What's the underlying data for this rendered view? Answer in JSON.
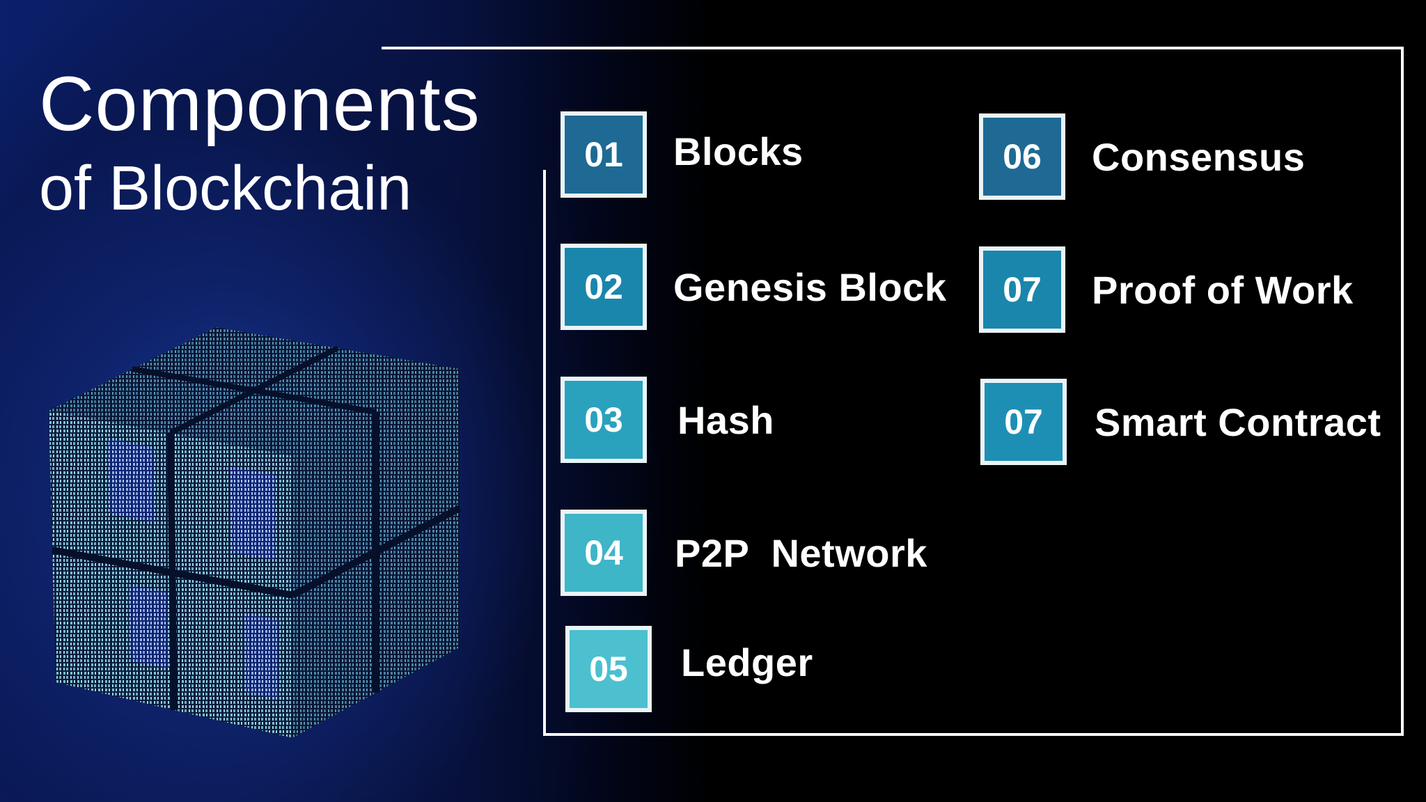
{
  "title": {
    "line1": "Components",
    "line2": "of Blockchain"
  },
  "items": [
    {
      "number": "01",
      "label": "Blocks",
      "color": "#1e6a94"
    },
    {
      "number": "02",
      "label": "Genesis Block",
      "color": "#1a86ab"
    },
    {
      "number": "03",
      "label": "Hash",
      "color": "#2aa2bd"
    },
    {
      "number": "04",
      "label": "P2P  Network",
      "color": "#3fb5c8"
    },
    {
      "number": "05",
      "label": "Ledger",
      "color": "#4cc0cf"
    },
    {
      "number": "06",
      "label": "Consensus",
      "color": "#1e6a94"
    },
    {
      "number": "07",
      "label": "Proof of Work",
      "color": "#1a86ab"
    },
    {
      "number": "07",
      "label": "Smart Contract",
      "color": "#1e8fb4"
    }
  ],
  "illustration": {
    "icon": "binary-cube-icon"
  }
}
